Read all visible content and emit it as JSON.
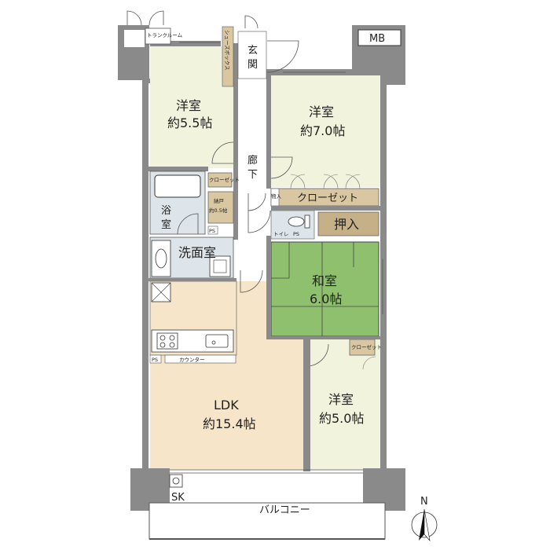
{
  "rooms": {
    "western1": {
      "name": "洋室",
      "size": "約5.5帖"
    },
    "western2": {
      "name": "洋室",
      "size": "約7.0帖"
    },
    "western3": {
      "name": "洋室",
      "size": "約5.0帖"
    },
    "washitsu": {
      "name": "和室",
      "size": "6.0帖"
    },
    "ldk": {
      "name": "LDK",
      "size": "約15.4帖"
    }
  },
  "labels": {
    "trunk_room": "トランクルーム",
    "mb": "MB",
    "shoebox": "シューズボックス",
    "entrance": "玄関",
    "hallway": "廊下",
    "closet_small_1": "クローゼット",
    "closet_big": "クローゼット",
    "closet_small_2": "クローゼット",
    "storage": "物入",
    "oshiire": "押入",
    "bath": "浴室",
    "nando": "納戸",
    "nando_size": "約0.5帖",
    "ps_1": "PS",
    "ps_2": "PS",
    "ps_3": "PS",
    "toilet": "トイレ",
    "washroom": "洗面室",
    "counter": "カウンター",
    "balcony": "バルコニー",
    "sk": "SK",
    "north": "N"
  },
  "colors": {
    "wall": "#8a8a8a",
    "western": "#f1f3dd",
    "ldk": "#f6e5c9",
    "tatami": "#8fc06e",
    "wet": "#dde5ea",
    "closet": "#d9c7a1",
    "closet_dark": "#c6b088"
  }
}
